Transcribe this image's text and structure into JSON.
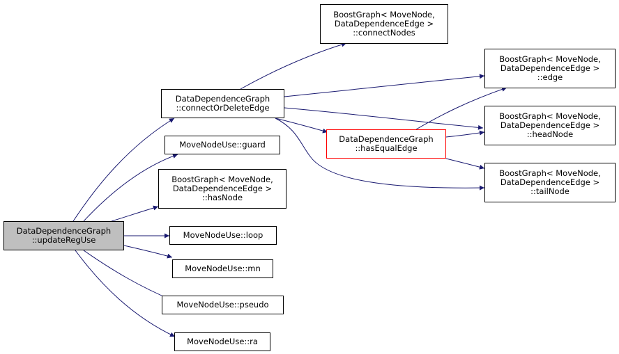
{
  "diagram": {
    "edge_color": "#191970",
    "nodes": {
      "updateRegUse": {
        "lines": [
          "DataDependenceGraph",
          "::updateRegUse"
        ],
        "fill": "#bfbfbf"
      },
      "connectOrDeleteEdge": {
        "lines": [
          "DataDependenceGraph",
          "::connectOrDeleteEdge"
        ]
      },
      "guard": {
        "lines": [
          "MoveNodeUse::guard"
        ]
      },
      "hasNode": {
        "lines": [
          "BoostGraph< MoveNode,",
          "DataDependenceEdge >",
          "::hasNode"
        ]
      },
      "loop": {
        "lines": [
          "MoveNodeUse::loop"
        ]
      },
      "mn": {
        "lines": [
          "MoveNodeUse::mn"
        ]
      },
      "pseudo": {
        "lines": [
          "MoveNodeUse::pseudo"
        ]
      },
      "ra": {
        "lines": [
          "MoveNodeUse::ra"
        ]
      },
      "connectNodes": {
        "lines": [
          "BoostGraph< MoveNode,",
          "DataDependenceEdge >",
          "::connectNodes"
        ]
      },
      "hasEqualEdge": {
        "lines": [
          "DataDependenceGraph",
          "::hasEqualEdge"
        ],
        "border": "#ff0000"
      },
      "edge": {
        "lines": [
          "BoostGraph< MoveNode,",
          "DataDependenceEdge >",
          "::edge"
        ]
      },
      "headNode": {
        "lines": [
          "BoostGraph< MoveNode,",
          "DataDependenceEdge >",
          "::headNode"
        ]
      },
      "tailNode": {
        "lines": [
          "BoostGraph< MoveNode,",
          "DataDependenceEdge >",
          "::tailNode"
        ]
      }
    }
  }
}
